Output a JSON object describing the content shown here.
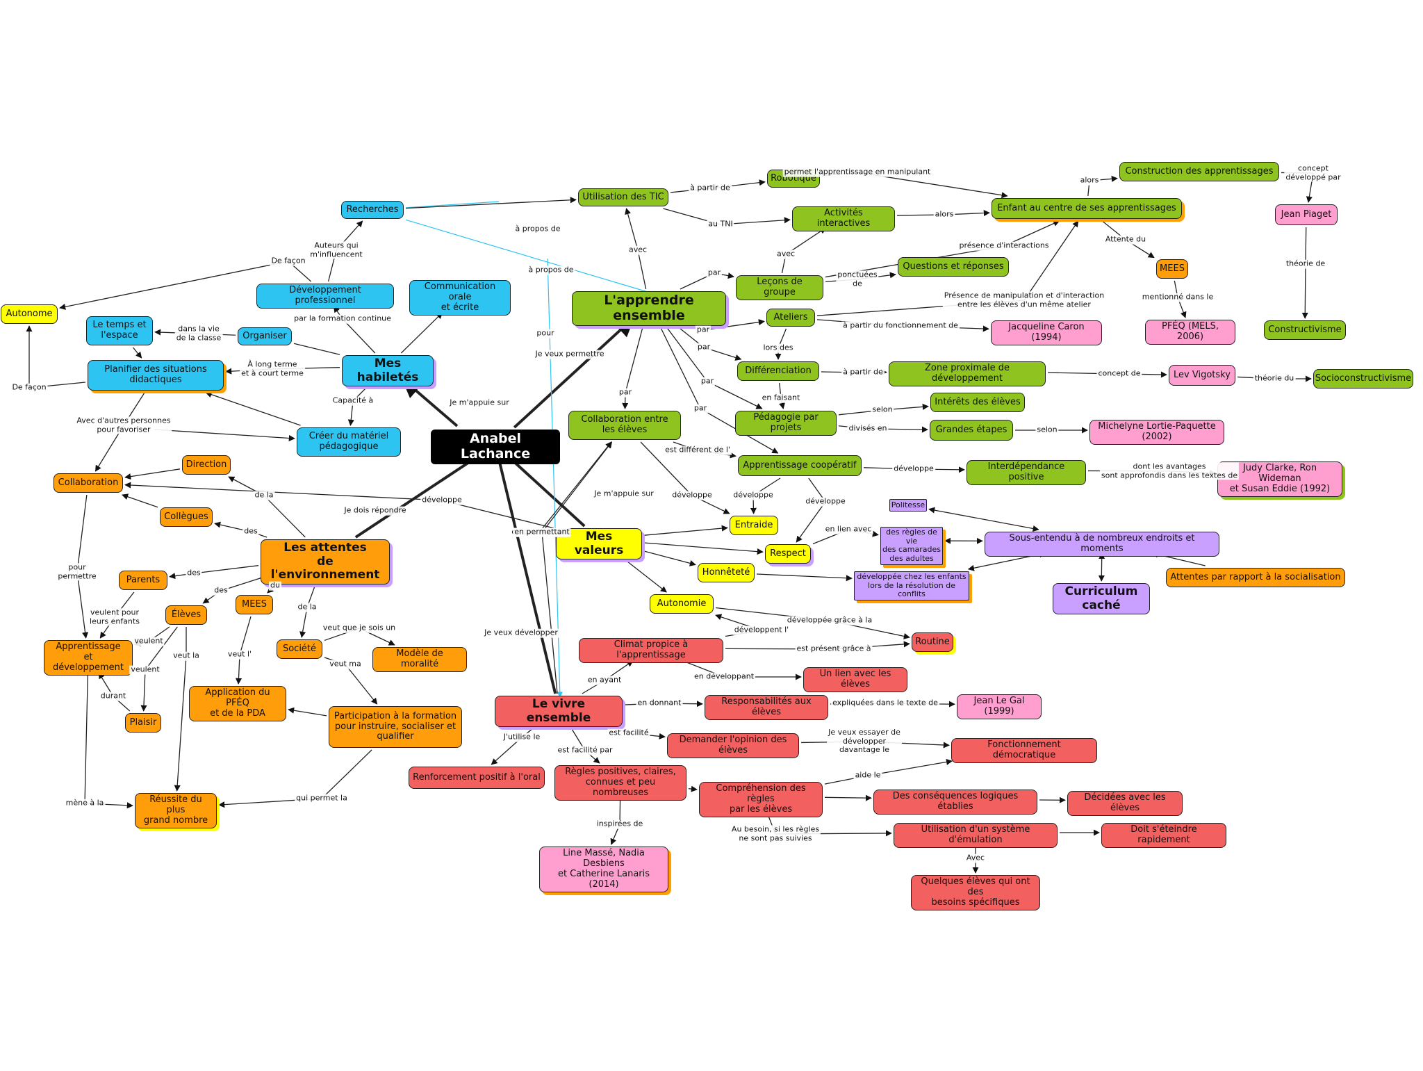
{
  "colors": {
    "root": "#000000",
    "lavender": "#c9a0ff",
    "blue": "#2ec4f2",
    "green": "#8fc31f",
    "yellow": "#ffff00",
    "orange": "#ff9d0a",
    "red": "#f26060",
    "pink": "#ff9fcf",
    "purple": "#c9a0ff",
    "shadow_blue": "#ffa000",
    "shadow_green": "#8fc31f",
    "shadow_orange": "#c9a0ff"
  },
  "nodes": {
    "anabel": "Anabel Lachance",
    "apprendre": "L'apprendre ensemble",
    "habiletes": "Mes habiletés",
    "valeurs": "Mes valeurs",
    "attentes": "Les attentes\nde l'environnement",
    "vivre": "Le vivre ensemble",
    "recherches": "Recherches",
    "devpro": "Développement professionnel",
    "comm": "Communication orale\net écrite",
    "autonome": "Autonome",
    "tempsespace": "Le temps et\nl'espace",
    "organiser": "Organiser",
    "planifier": "Planifier des situations\ndidactiques",
    "creer": "Créer du matériel\npédagogique",
    "tic": "Utilisation des TIC",
    "robotique": "Robotique",
    "activites": "Activités interactives",
    "enfant": "Enfant au centre de ses apprentissages",
    "construction": "Construction des apprentissages",
    "piaget": "Jean Piaget",
    "constructivisme": "Constructivisme",
    "mees_g": "MEES",
    "pfeq": "PFÉQ (MELS, 2006)",
    "questions": "Questions et réponses",
    "lecons": "Leçons de groupe",
    "ateliers": "Ateliers",
    "caron": "Jacqueline Caron (1994)",
    "differenciation": "Différenciation",
    "zone": "Zone proximale de développement",
    "vigotsky": "Lev Vigotsky",
    "socio": "Socioconstructivisme",
    "pedagogie": "Pédagogie par projets",
    "interets": "Intérêts des élèves",
    "grandes": "Grandes étapes",
    "lortie": "Michelyne Lortie-Paquette (2002)",
    "collab_eleves": "Collaboration entre\nles élèves",
    "cooperatif": "Apprentissage coopératif",
    "interdependance": "Interdépendance positive",
    "clarke": "Judy Clarke, Ron Wideman\net Susan Eddie (1992)",
    "entraide": "Entraide",
    "respect": "Respect",
    "honnetete": "Honnêteté",
    "autonomie": "Autonomie",
    "politesse": "Politesse",
    "regles_vie": "des règles de vie\ndes camarades\ndes adultes",
    "developpee": "développée chez les enfants\nlors de la résolution de conflits",
    "sousentendu": "Sous-entendu à de nombreux endroits et moments",
    "curriculum": "Curriculum caché",
    "socialisation": "Attentes par rapport à la socialisation",
    "routine": "Routine",
    "direction": "Direction",
    "collaboration": "Collaboration",
    "collegues": "Collègues",
    "parents": "Parents",
    "eleves": "Élèves",
    "mees_o": "MEES",
    "societe": "Société",
    "moralite": "Modèle de moralité",
    "apprentissage_dev": "Apprentissage\net développement",
    "plaisir": "Plaisir",
    "pfeq_pda": "Application du PFÉQ\net de la PDA",
    "participation": "Participation à la formation\npour instruire, socialiser et\nqualifier",
    "reussite": "Réussite du plus\ngrand nombre",
    "climat": "Climat propice à l'apprentissage",
    "lien": "Un lien avec les élèves",
    "responsabilites": "Responsabilités aux élèves",
    "legal": "Jean Le Gal (1999)",
    "opinion": "Demander l'opinion des élèves",
    "democratique": "Fonctionnement démocratique",
    "renforcement": "Renforcement positif à l'oral",
    "regles_pos": "Règles positives, claires,\nconnues et peu nombreuses",
    "comprehension": "Compréhension des règles\npar les élèves",
    "consequences": "Des conséquences logiques établies",
    "decidees": "Décidées avec les élèves",
    "emulation": "Utilisation d'un système d'émulation",
    "eteindre": "Doit s'éteindre rapidement",
    "besoins": "Quelques élèves qui ont des\nbesoins spécifiques",
    "masse": "Line Massé, Nadia Desbiens\net Catherine Lanaris (2014)"
  },
  "links": {
    "a_partir_de": "à partir de",
    "au_tni": "au TNI",
    "permet": "permet l'apprentissage en manipulant",
    "alors1": "alors",
    "alors2": "alors",
    "concept_piaget": "concept\ndéveloppé par",
    "theorie_de": "théorie de",
    "attente_du": "Attente du",
    "mentionne": "mentionné dans le",
    "presence_int": "présence d'interactions",
    "presence_manip": "Présence de manipulation et d'interaction\nentre les élèves d'un même atelier",
    "apropos1": "à propos de",
    "apropos2": "à propos de",
    "avec1": "avec",
    "avec2": "avec",
    "par1": "par",
    "par2": "par",
    "par3": "par",
    "par4": "par",
    "par5": "par",
    "par6": "par",
    "ponctuees": "ponctuées\nde",
    "apartir_fonct": "à partir du fonctionnement de",
    "lors_des": "lors des",
    "apartir_de2": "à partir de",
    "concept_de": "concept de",
    "theorie_du": "théorie du",
    "en_faisant": "en faisant",
    "selon1": "selon",
    "divises": "divisés en",
    "selon2": "selon",
    "est_different": "est différent de l'",
    "developpe1": "développe",
    "developpe2": "développe",
    "developpe3": "développe",
    "developpe4": "développe",
    "dont_avantages": "dont les avantages\nsont approfondis dans les textes de",
    "en_lien": "en lien avec",
    "je_veux_permettre": "Je veux permettre",
    "pour": "pour",
    "je_mappuie1": "Je m'appuie sur",
    "je_mappuie2": "Je m'appuie sur",
    "je_dois": "Je dois répondre",
    "je_veux_dev": "Je veux développer",
    "en_permettant": "en permettant",
    "auteurs": "Auteurs qui\nm'influencent",
    "de_facon1": "De façon",
    "de_facon2": "De façon",
    "formation_continue": "par la formation continue",
    "dans_vie": "dans la vie\nde la classe",
    "long_terme": "À long terme\net à court terme",
    "capacite": "Capacité à",
    "avec_autres": "Avec d'autres personnes\npour favoriser",
    "de_la1": "de la",
    "des1": "des",
    "des2": "des",
    "des3": "des",
    "du": "du",
    "de_la2": "de la",
    "pour_permettre": "pour\npermettre",
    "veulent_pour": "veulent pour\nleurs enfants",
    "veulent1": "veulent",
    "veulent2": "veulent",
    "durant": "durant",
    "veut_la": "veut la",
    "veut_l": "veut l'",
    "veut_que": "veut que je sois un",
    "veut_ma": "veut ma",
    "qui_permet": "qui permet la",
    "mene_a": "mène à la",
    "en_ayant": "en ayant",
    "en_developpant": "en développant",
    "est_present": "est présent grâce à",
    "developpee_grace": "développée grâce à la",
    "developpent": "développent l'",
    "en_donnant": "en donnant",
    "expliquees": "expliquées dans le texte de",
    "est_facilite": "est facilité",
    "je_veux_essayer": "Je veux essayer de\ndévelopper\ndavantage le",
    "jutilise": "J'utilise le",
    "est_facilite_par": "est facilité par",
    "inspirees": "inspirées de",
    "aide_le": "aide le",
    "au_besoin": "Au besoin, si les règles\nne sont pas suivies",
    "avec3": "Avec"
  }
}
